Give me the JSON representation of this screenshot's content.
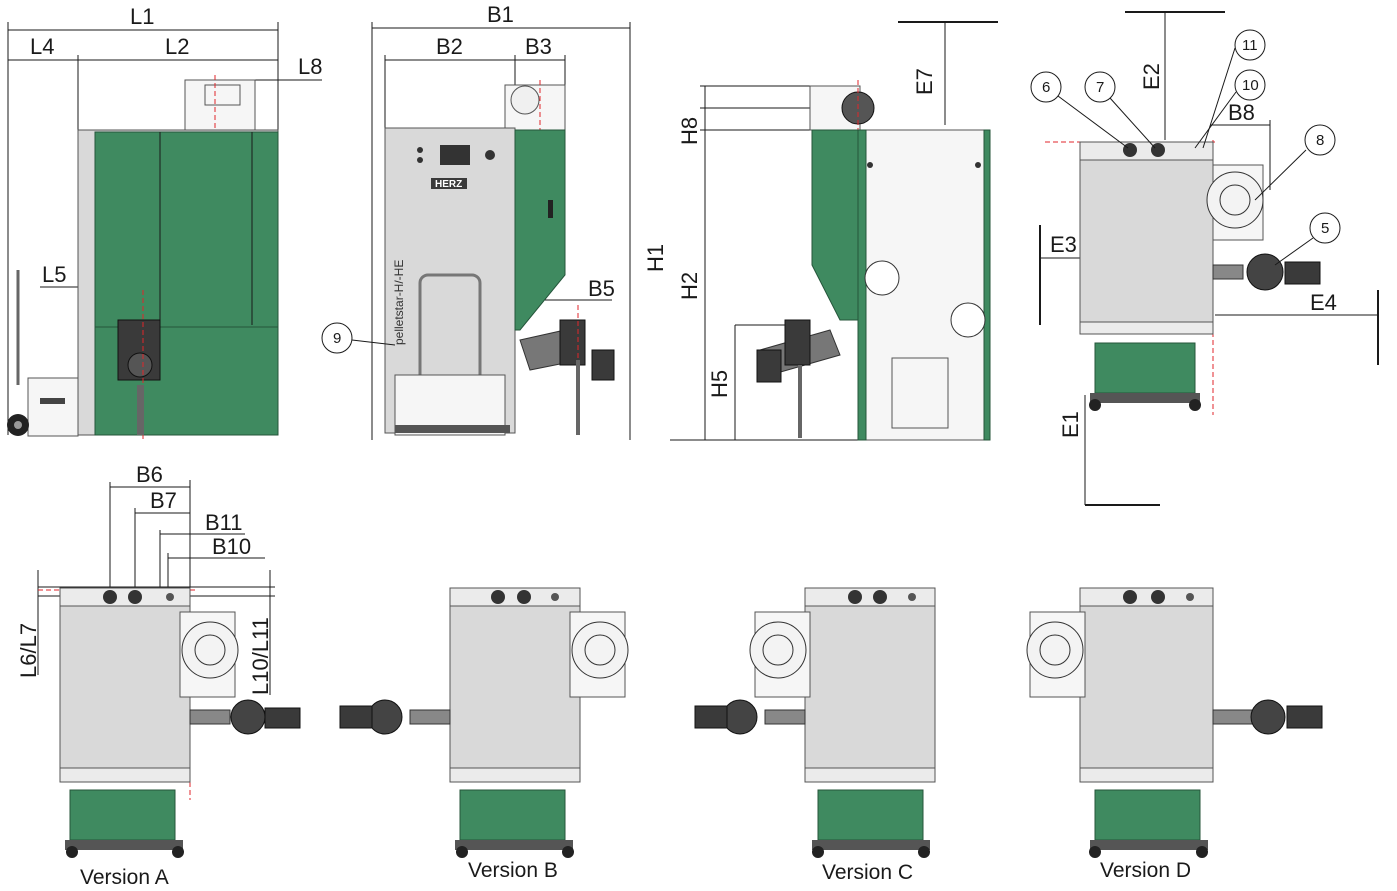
{
  "labels": {
    "L1": "L1",
    "L2": "L2",
    "L4": "L4",
    "L5": "L5",
    "L8": "L8",
    "B1": "B1",
    "B2": "B2",
    "B3": "B3",
    "B5": "B5",
    "H1": "H1",
    "H2": "H2",
    "H5": "H5",
    "H8": "H8",
    "E1": "E1",
    "E2": "E2",
    "E3": "E3",
    "E4": "E4",
    "E7": "E7",
    "B6": "B6",
    "B7": "B7",
    "B8": "B8",
    "B10": "B10",
    "B11": "B11",
    "L6L7": "L6/L7",
    "L10L11": "L10/L11"
  },
  "callouts": {
    "c5": "5",
    "c6": "6",
    "c7": "7",
    "c8": "8",
    "c9": "9",
    "c10": "10",
    "c11": "11"
  },
  "product": {
    "brand_logo": "HERZ",
    "model_text": "pelletstar-H/-HE"
  },
  "versions": [
    "Version A",
    "Version B",
    "Version C",
    "Version D"
  ],
  "colors": {
    "boiler_green": "#3f8a60",
    "casing_grey": "#d9d9d9",
    "axis_red": "#e0262b"
  }
}
